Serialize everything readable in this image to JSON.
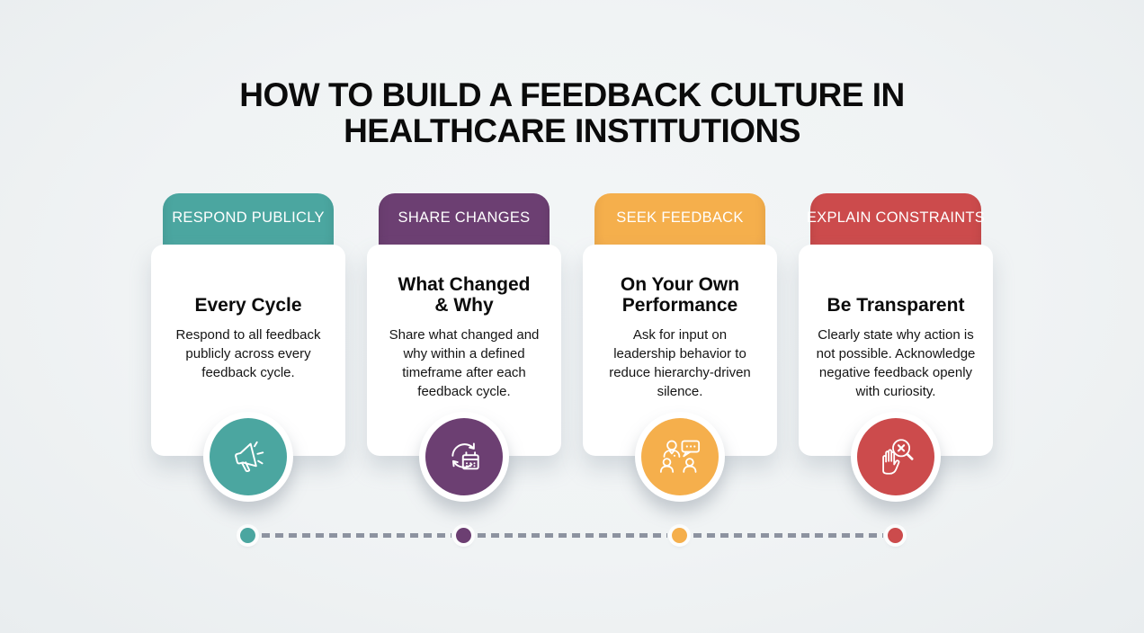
{
  "title": "HOW TO BUILD A FEEDBACK CULTURE IN\nHEALTHCARE INSTITUTIONS",
  "background_color": "#F0F3F4",
  "timeline": {
    "dash_color": "#8D93A0"
  },
  "columns": [
    {
      "tab": "RESPOND PUBLICLY",
      "color": "#4BA6A0",
      "heading": "Every Cycle",
      "body": "Respond to all feedback\npublicly across every\nfeedback cycle.",
      "icon": "megaphone-icon"
    },
    {
      "tab": "SHARE CHANGES",
      "color": "#6C3F72",
      "heading": "What Changed\n& Why",
      "body": "Share what changed and\nwhy within a defined\ntimeframe after each\nfeedback cycle.",
      "icon": "calendar-refresh-icon"
    },
    {
      "tab": "SEEK FEEDBACK",
      "color": "#F5AF4C",
      "heading": "On Your Own\nPerformance",
      "body": "Ask for input on\nleadership behavior to\nreduce hierarchy-driven\nsilence.",
      "icon": "doctor-conversation-icon"
    },
    {
      "tab": "EXPLAIN CONSTRAINTS",
      "color": "#CC4B4C",
      "heading": "Be Transparent",
      "body": "Clearly state why action is\nnot possible. Acknowledge\nnegative feedback openly\nwith curiosity.",
      "icon": "hand-magnifier-icon"
    }
  ]
}
